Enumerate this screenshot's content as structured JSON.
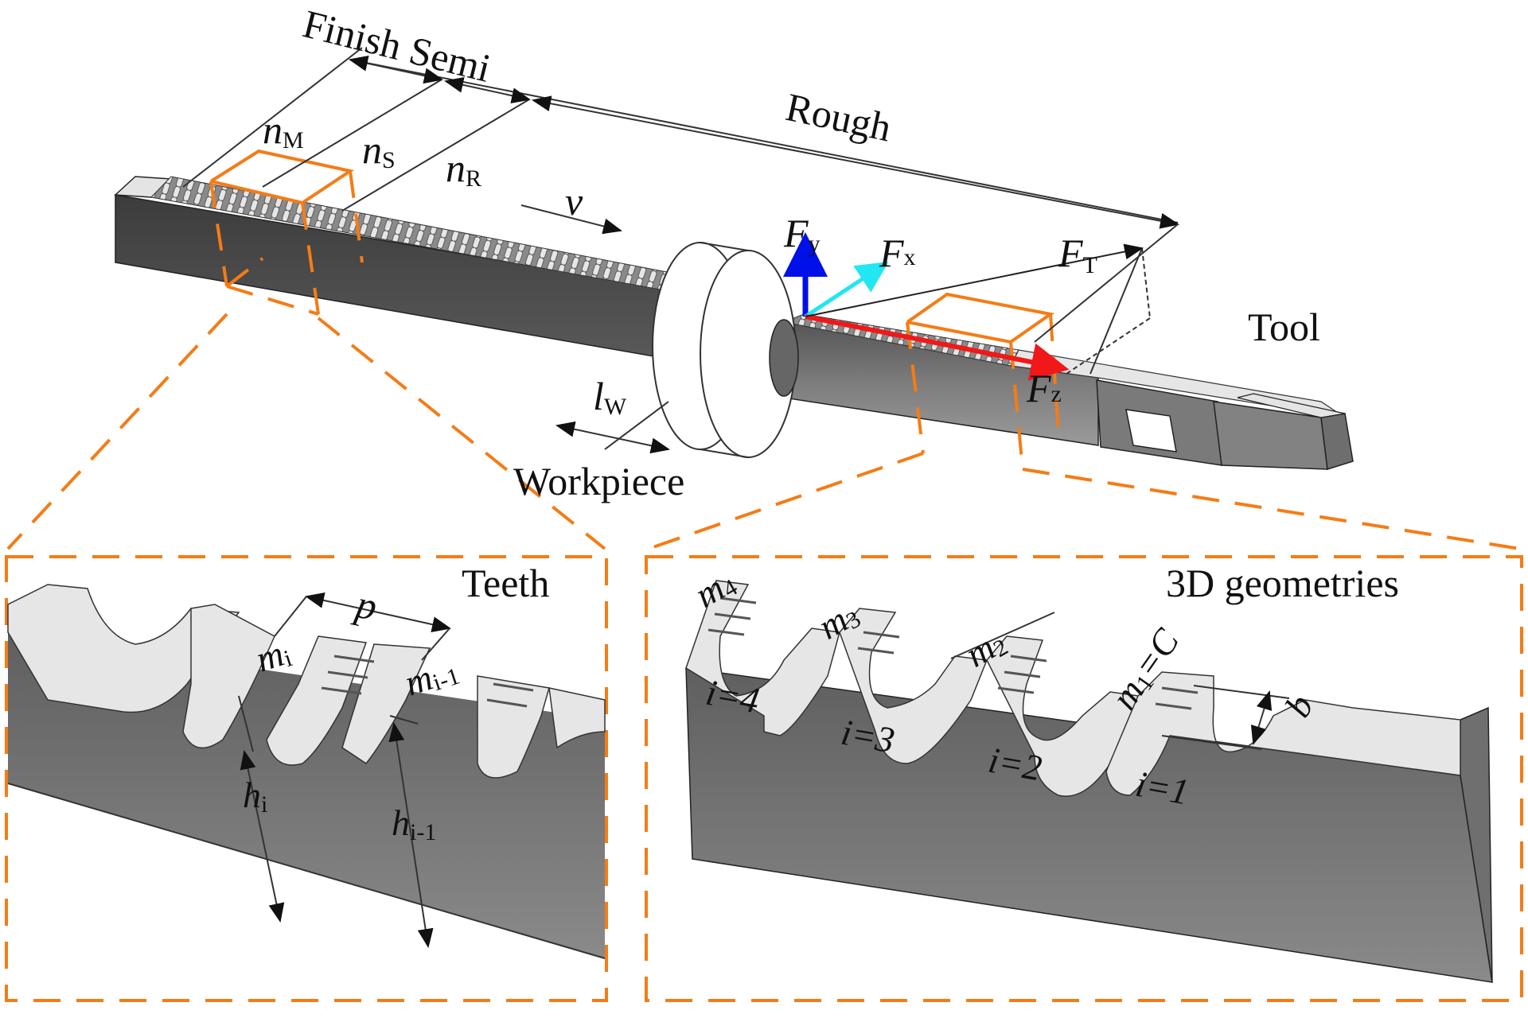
{
  "figure": {
    "title_labels": {
      "finish_semi": "Finish Semi",
      "rough": "Rough",
      "tool": "Tool",
      "workpiece": "Workpiece"
    },
    "tooth_zone_labels": {
      "n_m": {
        "base": "n",
        "sub": "M"
      },
      "n_s": {
        "base": "n",
        "sub": "S"
      },
      "n_r": {
        "base": "n",
        "sub": "R"
      }
    },
    "velocity_label": "v",
    "workpiece_length_label": {
      "base": "l",
      "sub": "W"
    },
    "forces": {
      "fy": {
        "base": "F",
        "sub": "y",
        "color": "#0010e8"
      },
      "fx": {
        "base": "F",
        "sub": "x",
        "color": "#22e6f2"
      },
      "fz": {
        "base": "F",
        "sub": "z",
        "color": "#f01818"
      },
      "ft": {
        "base": "F",
        "sub": "T",
        "color": "#222222"
      }
    },
    "accent_color": "#f47c16",
    "left_panel": {
      "title": "Teeth",
      "pitch_label": "p",
      "m_i": {
        "base": "m",
        "sub": "i"
      },
      "m_i_minus_1": {
        "base": "m",
        "sub": "i-1"
      },
      "h_i": {
        "base": "h",
        "sub": "i"
      },
      "h_i_minus_1": {
        "base": "h",
        "sub": "i-1"
      }
    },
    "right_panel": {
      "title": "3D geometries",
      "m_labels": [
        {
          "base": "m",
          "sub": "4"
        },
        {
          "base": "m",
          "sub": "3"
        },
        {
          "base": "m",
          "sub": "2"
        },
        {
          "base": "m",
          "sub": "1",
          "suffix": "=C"
        }
      ],
      "i_labels": [
        "i=4",
        "i=3",
        "i=2",
        "i=1"
      ],
      "width_label": "b"
    }
  }
}
